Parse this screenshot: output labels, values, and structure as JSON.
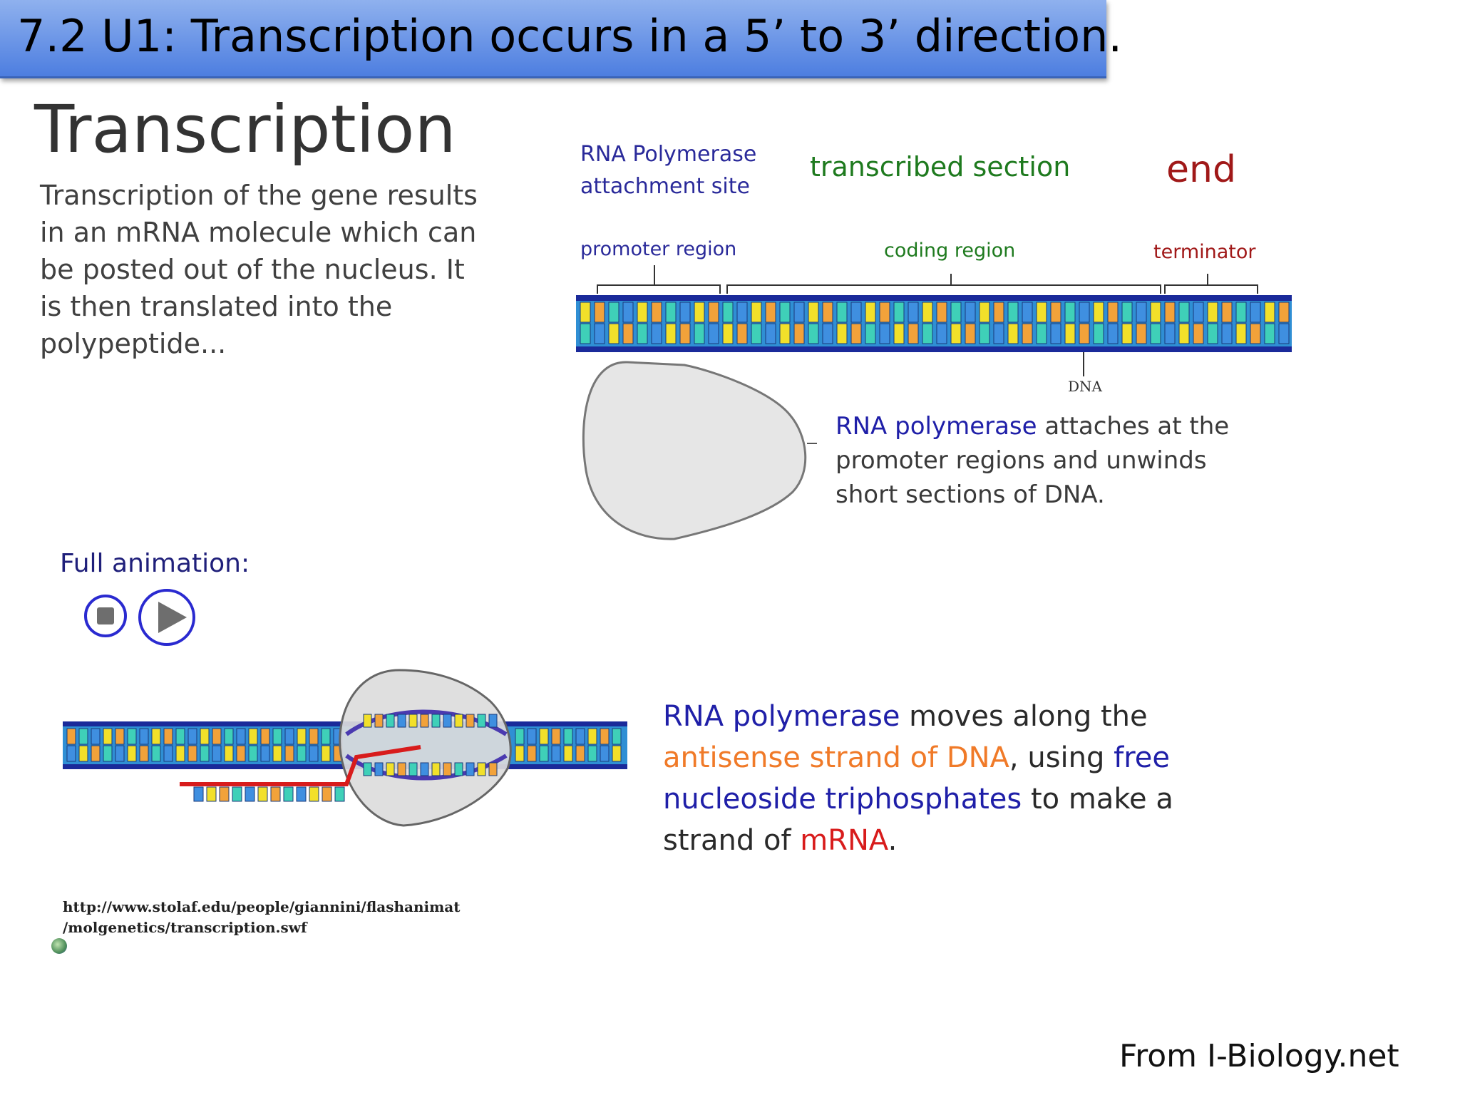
{
  "header": {
    "title": "7.2 U1: Transcription occurs in a 5’ to 3’ direction."
  },
  "slide": {
    "heading": "Transcription",
    "intro": "Transcription of the gene results in an mRNA molecule which can be posted out of the nucleus. It is then translated into the polypeptide..."
  },
  "diagram_top": {
    "site_label": "RNA Polymerase attachment site",
    "transcribed_label": "transcribed section",
    "end_label": "end",
    "promoter_label": "promoter region",
    "coding_label": "coding region",
    "terminator_label": "terminator",
    "dna_label": "DNA",
    "attach_text_blue": "RNA polymerase",
    "attach_text_rest": " attaches at the promoter regions and unwinds short sections of DNA."
  },
  "animation": {
    "label": "Full animation:",
    "url": "http://www.stolaf.edu/people/giannini/flashanimat /molgenetics/transcription.swf"
  },
  "moves_text": {
    "part1": "RNA polymerase",
    "part2": " moves along the ",
    "part3": "antisense strand of DNA",
    "part4": ", using ",
    "part5": "free nucleoside triphosphates",
    "part6": " to make a strand of ",
    "part7": "mRNA",
    "part8": "."
  },
  "footer": {
    "credit": "From I-Biology.net"
  },
  "colors": {
    "title_bar": "#6b95e8",
    "dna_backbone": "#1a2a9a",
    "base_yellow": "#f2e02a",
    "base_orange": "#f2a23a",
    "base_teal": "#3fd0b8",
    "base_blue": "#3f8fe0",
    "mrna": "#d81c1c"
  },
  "icons": [
    "stop-icon",
    "play-icon",
    "globe-icon"
  ]
}
